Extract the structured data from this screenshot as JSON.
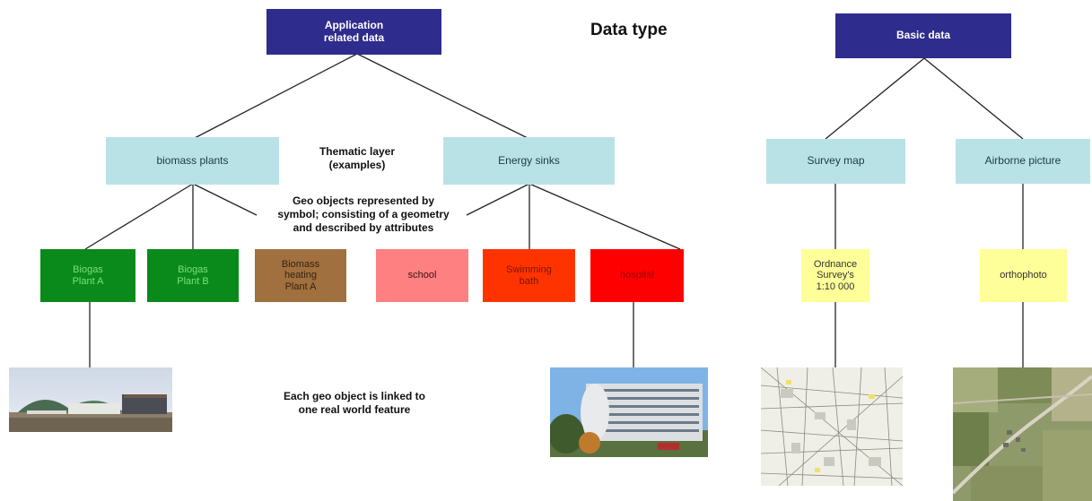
{
  "title": "Data type",
  "application": {
    "root": "Application\nrelated data",
    "thematic_groups": [
      "biomass plants",
      "Energy sinks"
    ],
    "leaves": [
      {
        "label": "Biogas\nPlant A",
        "color": "#0a8a1a"
      },
      {
        "label": "Biogas\nPlant B",
        "color": "#0a8a1a"
      },
      {
        "label": "Biomass\nheating\nPlant A",
        "color": "#a0703f"
      },
      {
        "label": "school",
        "color": "#ff8080"
      },
      {
        "label": "Swimming\nbath",
        "color": "#ff3300"
      },
      {
        "label": "hospital",
        "color": "#ff0000"
      }
    ]
  },
  "basic": {
    "root": "Basic data",
    "groups": [
      "Survey map",
      "Airborne picture"
    ],
    "leaves": [
      "Ordnance\nSurvey's\n1:10 000",
      "orthophoto"
    ]
  },
  "notes": {
    "thematic_layer": "Thematic layer\n(examples)",
    "geo_objects": "Geo objects represented by\nsymbol; consisting of a geometry\nand described by attributes",
    "linked": "Each geo object is linked to\none real world feature"
  },
  "colors": {
    "navy": "#2e2c8c",
    "light_blue": "#b9e2e7",
    "yellow": "#ffff99",
    "line": "#222222"
  }
}
